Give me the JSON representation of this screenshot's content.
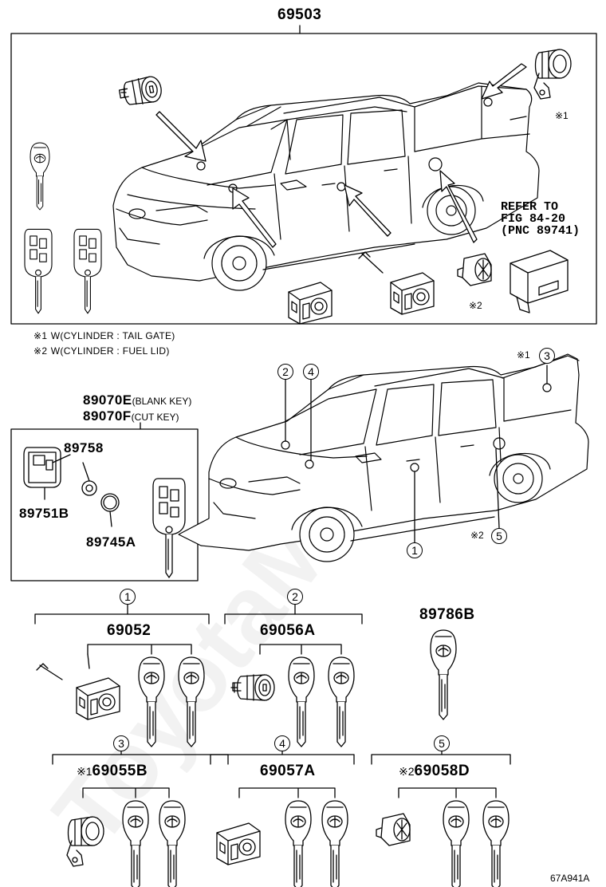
{
  "main_assembly": {
    "part_number": "69503"
  },
  "footnotes": [
    {
      "marker": "※1",
      "text": "W(CYLINDER : TAIL GATE)"
    },
    {
      "marker": "※2",
      "text": "W(CYLINDER : FUEL LID)"
    }
  ],
  "refer_note": "REFER TO\nFIG 84-20\n(PNC 89741)",
  "blank_key": {
    "part_number": "89070E",
    "suffix": "(BLANK KEY)"
  },
  "cut_key": {
    "part_number": "89070F",
    "suffix": "(CUT KEY)"
  },
  "transmitter_parts": {
    "housing": "89751B",
    "ring": "89758",
    "battery": "89745A"
  },
  "location_callouts": {
    "one": "1",
    "two": "2",
    "three": "3",
    "four": "4",
    "five": "5",
    "mark1": "※1",
    "mark2": "※2"
  },
  "kit_groups": [
    {
      "index": "1",
      "part_number": "69052",
      "prefix": ""
    },
    {
      "index": "2",
      "part_number": "69056A",
      "prefix": ""
    },
    {
      "index": "3",
      "part_number": "69055B",
      "prefix": "※1"
    },
    {
      "index": "4",
      "part_number": "69057A",
      "prefix": ""
    },
    {
      "index": "5",
      "part_number": "69058D",
      "prefix": "※2"
    }
  ],
  "single_key": {
    "part_number": "89786B"
  },
  "figure_code": "67A941A",
  "watermark_text": "ToyotaMir.ru",
  "colors": {
    "line": "#000000",
    "background": "#ffffff",
    "watermark": "#000000"
  }
}
